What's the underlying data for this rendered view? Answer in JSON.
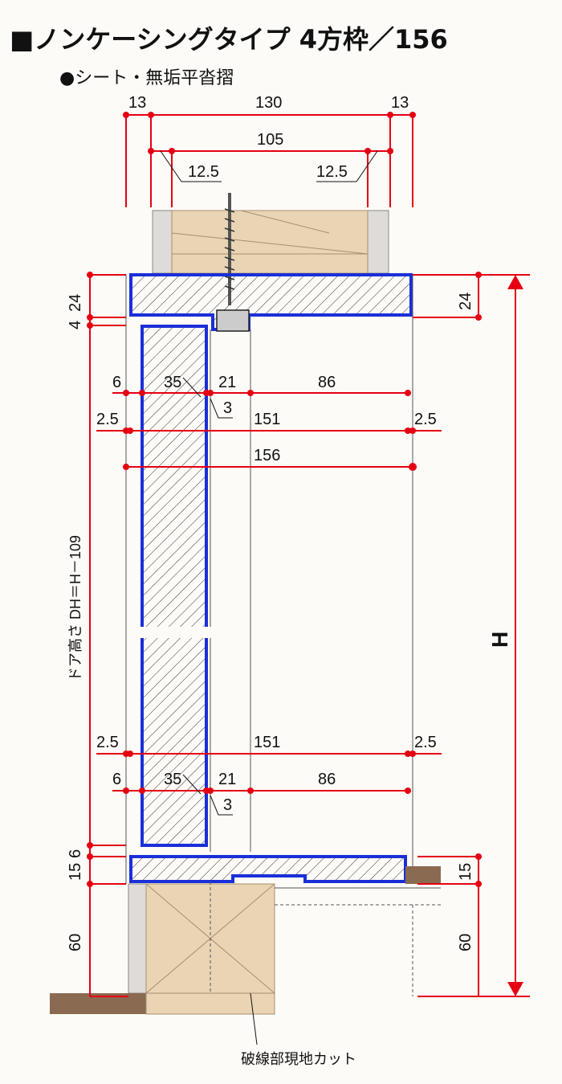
{
  "header": {
    "title": "■ノンケーシングタイプ 4方枠／156",
    "subtitle": "●シート・無垢平沓摺"
  },
  "colors": {
    "dimension": "#e50012",
    "outline": "#1a2fd8",
    "wood": "#e9d4b4",
    "wall": "#d9d6d3",
    "floor": "#8a6a50"
  },
  "dims": {
    "top_left": "13",
    "top_mid": "130",
    "top_right": "13",
    "top_inner": "105",
    "top_sub_left": "12.5",
    "top_sub_right": "12.5",
    "head_24": "24",
    "head_4": "4",
    "head_24_right": "24",
    "r1_6": "6",
    "r1_35": "35",
    "r1_21": "21",
    "r1_86": "86",
    "r1_3": "3",
    "r2_25_left": "2.5",
    "r2_151": "151",
    "r2_25_right": "2.5",
    "r3_156": "156",
    "door_height": "ドア高さ DH＝H－109",
    "total_h": "H",
    "b2_25_left": "2.5",
    "b2_151": "151",
    "b2_25_right": "2.5",
    "b1_6": "6",
    "b1_35": "35",
    "b1_21": "21",
    "b1_86": "86",
    "b1_3": "3",
    "sill_15": "15",
    "sill_6": "6",
    "floor_60": "60",
    "sill_15_right": "15",
    "floor_60_right": "60"
  },
  "footer_note": "破線部現地カット"
}
